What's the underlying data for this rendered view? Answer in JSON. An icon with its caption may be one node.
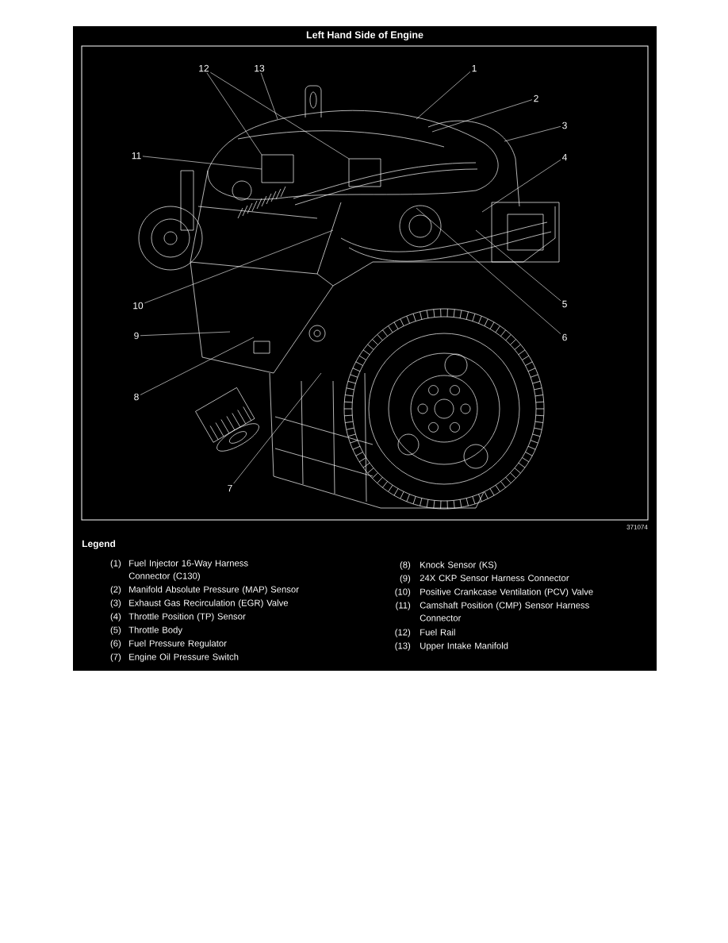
{
  "diagram": {
    "title": "Left Hand Side of Engine",
    "nodes": [
      {
        "text": [
          "12"
        ]
      },
      {
        "text": [
          "13"
        ]
      },
      {
        "text": [
          "1"
        ]
      },
      {
        "text": [
          "2"
        ]
      },
      {
        "text": [
          "3"
        ]
      },
      {
        "text": [
          "11"
        ]
      },
      {
        "text": [
          "4"
        ]
      },
      {
        "text": [
          "10"
        ]
      },
      {
        "text": [
          "5"
        ]
      },
      {
        "text": [
          "9"
        ]
      },
      {
        "text": [
          "6"
        ]
      },
      {
        "text": [
          "8"
        ]
      },
      {
        "text": [
          "7"
        ]
      }
    ],
    "edges": [
      {
        "from": 0,
        "to": null,
        "arrow": "none"
      },
      {
        "from": 0,
        "to": null,
        "arrow": "none"
      },
      {
        "from": 1,
        "to": null,
        "arrow": "none"
      },
      {
        "from": 2,
        "to": null,
        "arrow": "none"
      },
      {
        "from": 3,
        "to": null,
        "arrow": "none"
      },
      {
        "from": 4,
        "to": null,
        "arrow": "none"
      },
      {
        "from": 5,
        "to": null,
        "arrow": "none"
      },
      {
        "from": 6,
        "to": null,
        "arrow": "none"
      },
      {
        "from": 7,
        "to": null,
        "arrow": "none"
      },
      {
        "from": 8,
        "to": null,
        "arrow": "none"
      },
      {
        "from": 9,
        "to": null,
        "arrow": "none"
      },
      {
        "from": 10,
        "to": null,
        "arrow": "none"
      },
      {
        "from": 11,
        "to": null,
        "arrow": "none"
      },
      {
        "from": 12,
        "to": null,
        "arrow": "none"
      }
    ],
    "labels": [
      "371074",
      "Legend",
      "(1)",
      "Fuel Injector 16-Way Harness Connector (C130)",
      "(2)",
      "Manifold Absolute Pressure (MAP) Sensor",
      "(3)",
      "Exhaust Gas Recirculation (EGR) Valve",
      "(4)",
      "Throttle Position (TP) Sensor",
      "(5)",
      "Throttle Body",
      "(6)",
      "Fuel Pressure Regulator",
      "(7)",
      "Engine Oil Pressure Switch",
      "(8)",
      "Knock Sensor (KS)",
      "(9)",
      "24X CKP Sensor Harness Connector",
      "(10)",
      "Positive Crankcase Ventilation (PCV) Valve",
      "(11)",
      "Camshaft Position (CMP) Sensor Harness Connector",
      "(12)",
      "Fuel Rail",
      "(13)",
      "Upper Intake Manifold"
    ]
  }
}
